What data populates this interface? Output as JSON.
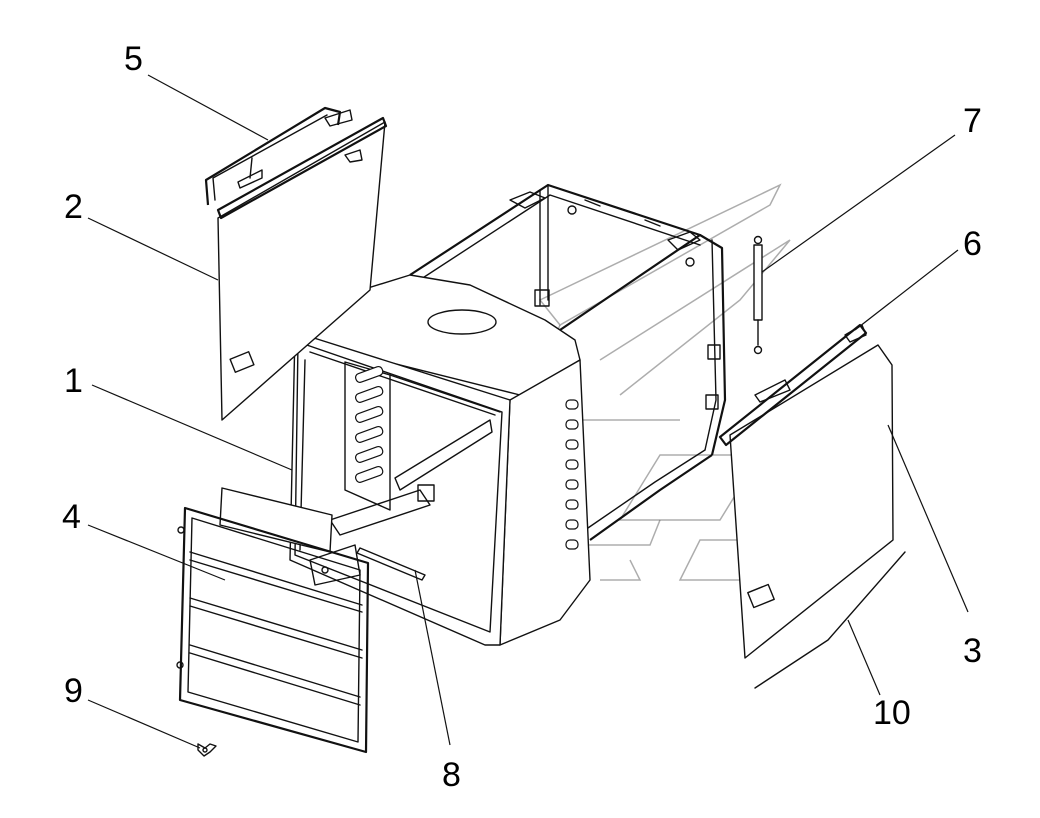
{
  "diagram": {
    "callouts": [
      {
        "id": "1",
        "label": "1"
      },
      {
        "id": "2",
        "label": "2"
      },
      {
        "id": "3",
        "label": "3"
      },
      {
        "id": "4",
        "label": "4"
      },
      {
        "id": "5",
        "label": "5"
      },
      {
        "id": "6",
        "label": "6"
      },
      {
        "id": "7",
        "label": "7"
      },
      {
        "id": "8",
        "label": "8"
      },
      {
        "id": "9",
        "label": "9"
      },
      {
        "id": "10",
        "label": "10"
      }
    ],
    "colors": {
      "line": "#111111",
      "background": "#ffffff",
      "watermark": "#6a6a6a"
    }
  }
}
